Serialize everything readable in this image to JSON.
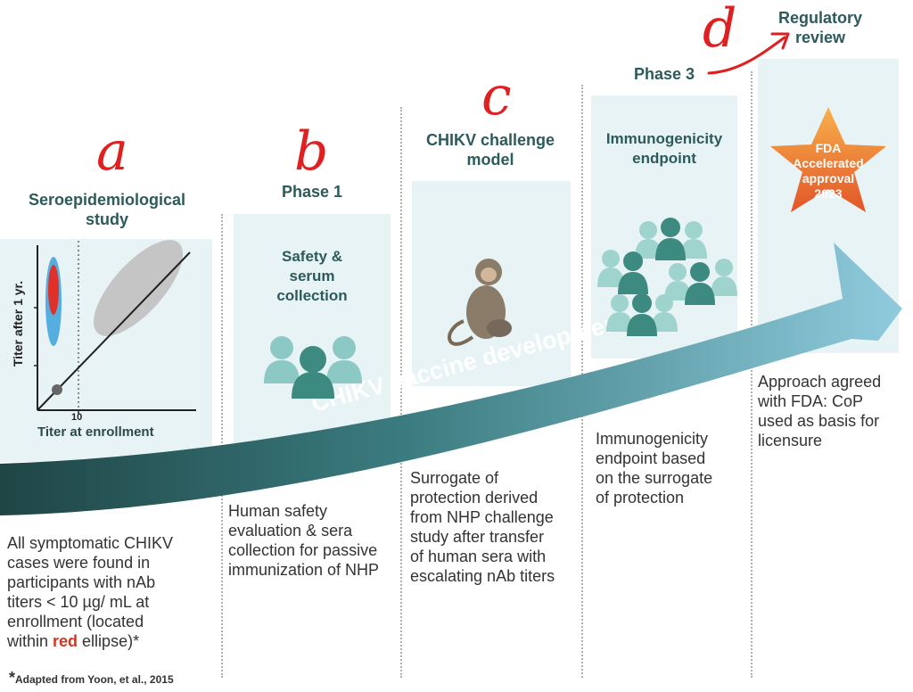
{
  "letters": {
    "a": "a",
    "b": "b",
    "c": "c",
    "d": "d"
  },
  "columns": {
    "sero": {
      "heading_line1": "Seroepidemiological",
      "heading_line2": "study",
      "plot": {
        "ylabel": "Titer  after 1 yr.",
        "xlabel": "Titer at enrollment",
        "xtick": "10"
      },
      "desc": {
        "line1": "All symptomatic CHIKV",
        "line2": "cases were found in",
        "line3": "participants with nAb",
        "line4": "titers < 10 µg/ mL at",
        "line5": "enrollment (located",
        "line6_pre": "within ",
        "line6_red": "red",
        "line6_post": " ellipse)*"
      },
      "footnote_star": "*",
      "footnote": "Adapted from Yoon, et al., 2015"
    },
    "phase1": {
      "heading": "Phase 1",
      "panel_line1": "Safety &",
      "panel_line2": "serum",
      "panel_line3": "collection",
      "desc": {
        "line1": "Human safety",
        "line2": "evaluation & sera",
        "line3": "collection for passive",
        "line4": "immunization of NHP"
      }
    },
    "challenge": {
      "heading_line1": "CHIKV challenge",
      "heading_line2": "model",
      "desc": {
        "line1": "Surrogate of",
        "line2": "protection derived",
        "line3": "from NHP challenge",
        "line4": "study after transfer",
        "line5": "of human sera with",
        "line6": "escalating nAb titers"
      }
    },
    "phase3": {
      "heading": "Phase 3",
      "panel_line1": "Immunogenicity",
      "panel_line2": "endpoint",
      "desc": {
        "line1": "Immunogenicity",
        "line2": "endpoint based",
        "line3": "on the surrogate",
        "line4": "of protection"
      }
    },
    "regulatory": {
      "heading_line1": "Regulatory",
      "heading_line2": "review",
      "star_line1": "FDA",
      "star_line2": "Accelerated",
      "star_line3": "approval",
      "star_line4": "2023",
      "desc": {
        "line1": "Approach agreed",
        "line2": "with FDA: CoP",
        "line3": "used as basis for",
        "line4": "licensure"
      }
    }
  },
  "arrow_label": "CHIKV vaccine development",
  "colors": {
    "teal_dark": "#2d5a5a",
    "accent_red": "#e02020",
    "panel_bg": "#e8f3f6",
    "star_orange": "#f08a24"
  }
}
